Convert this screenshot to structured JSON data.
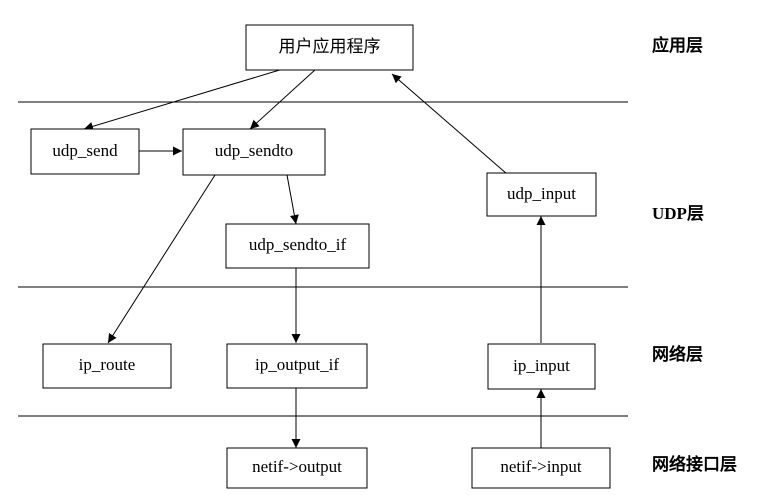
{
  "layers": {
    "app": "应用层",
    "udp": "UDP层",
    "network": "网络层",
    "netif": "网络接口层"
  },
  "boxes": {
    "app_program": "用户应用程序",
    "udp_send": "udp_send",
    "udp_sendto": "udp_sendto",
    "udp_sendto_if": "udp_sendto_if",
    "udp_input": "udp_input",
    "ip_route": "ip_route",
    "ip_output_if": "ip_output_if",
    "ip_input": "ip_input",
    "netif_output": "netif->output",
    "netif_input": "netif->input"
  },
  "edges": [
    {
      "from": "app_program",
      "to": "udp_send"
    },
    {
      "from": "app_program",
      "to": "udp_sendto"
    },
    {
      "from": "udp_send",
      "to": "udp_sendto"
    },
    {
      "from": "udp_sendto",
      "to": "udp_sendto_if"
    },
    {
      "from": "udp_sendto",
      "to": "ip_route"
    },
    {
      "from": "udp_sendto_if",
      "to": "ip_output_if"
    },
    {
      "from": "ip_output_if",
      "to": "netif_output"
    },
    {
      "from": "netif_input",
      "to": "ip_input"
    },
    {
      "from": "ip_input",
      "to": "udp_input"
    },
    {
      "from": "udp_input",
      "to": "app_program"
    }
  ]
}
